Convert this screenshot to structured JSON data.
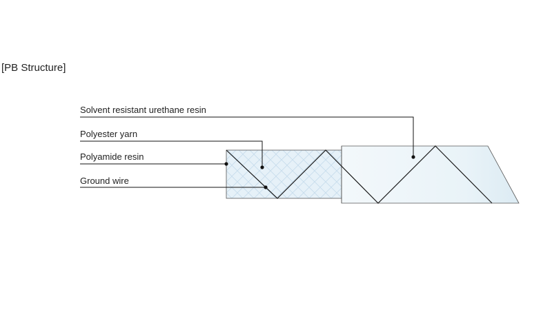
{
  "title": "[PB Structure]",
  "labels": {
    "solvent_resistant_urethane_resin": "Solvent resistant urethane resin",
    "polyester_yarn": "Polyester yarn",
    "polyamide_resin": "Polyamide resin",
    "ground_wire": "Ground wire"
  },
  "colors": {
    "inner_tube_fill": "#e6f1f8",
    "mesh_line": "#c6dcec",
    "outer_sheath_fill": "#ecf5f9",
    "line": "#111111"
  }
}
